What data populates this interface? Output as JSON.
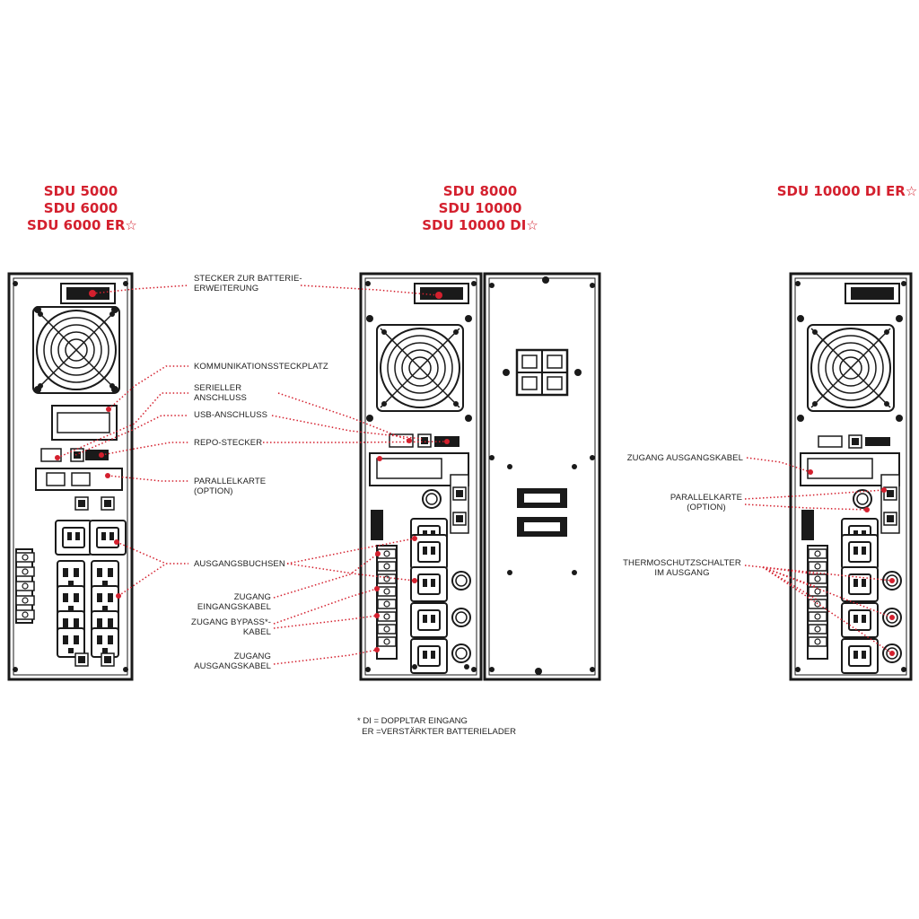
{
  "models": {
    "group_a": [
      "SDU 5000",
      "SDU 6000",
      "SDU 6000 ER☆"
    ],
    "group_b": [
      "SDU 8000",
      "SDU 10000",
      "SDU 10000 DI☆"
    ],
    "group_c": [
      "SDU 10000 DI ER☆"
    ]
  },
  "labels": {
    "battery_connector": [
      "STECKER ZUR BATTERIE-",
      "ERWEITERUNG"
    ],
    "comm_slot": [
      "KOMMUNIKATIONSSTECKPLATZ"
    ],
    "serial_port": [
      "SERIELLER",
      "ANSCHLUSS"
    ],
    "usb_port": [
      "USB-ANSCHLUSS"
    ],
    "repo_connector": [
      "REPO-STECKER"
    ],
    "parallel_card": [
      "PARALLELKARTE",
      "(OPTION)"
    ],
    "output_sockets": [
      "AUSGANGSBUCHSEN"
    ],
    "input_cable_access": [
      "ZUGANG",
      "EINGANGSKABEL"
    ],
    "bypass_cable_access": [
      "ZUGANG BYPASS*-",
      "KABEL"
    ],
    "output_cable_access": [
      "ZUGANG",
      "AUSGANGSKABEL"
    ],
    "output_cable_access_c": [
      "ZUGANG AUSGANGSKABEL"
    ],
    "parallel_card_c": [
      "PARALLELKARTE",
      "(OPTION)"
    ],
    "thermal_switch": [
      "THERMOSCHUTZSCHALTER",
      "IM AUSGANG"
    ]
  },
  "footnote": [
    "* DI = DOPPLTAR EINGANG",
    "  ER =VERSTÄRKTER BATTERIELADER"
  ],
  "colors": {
    "accent": "#d4202e",
    "line": "#1a1a1a"
  }
}
